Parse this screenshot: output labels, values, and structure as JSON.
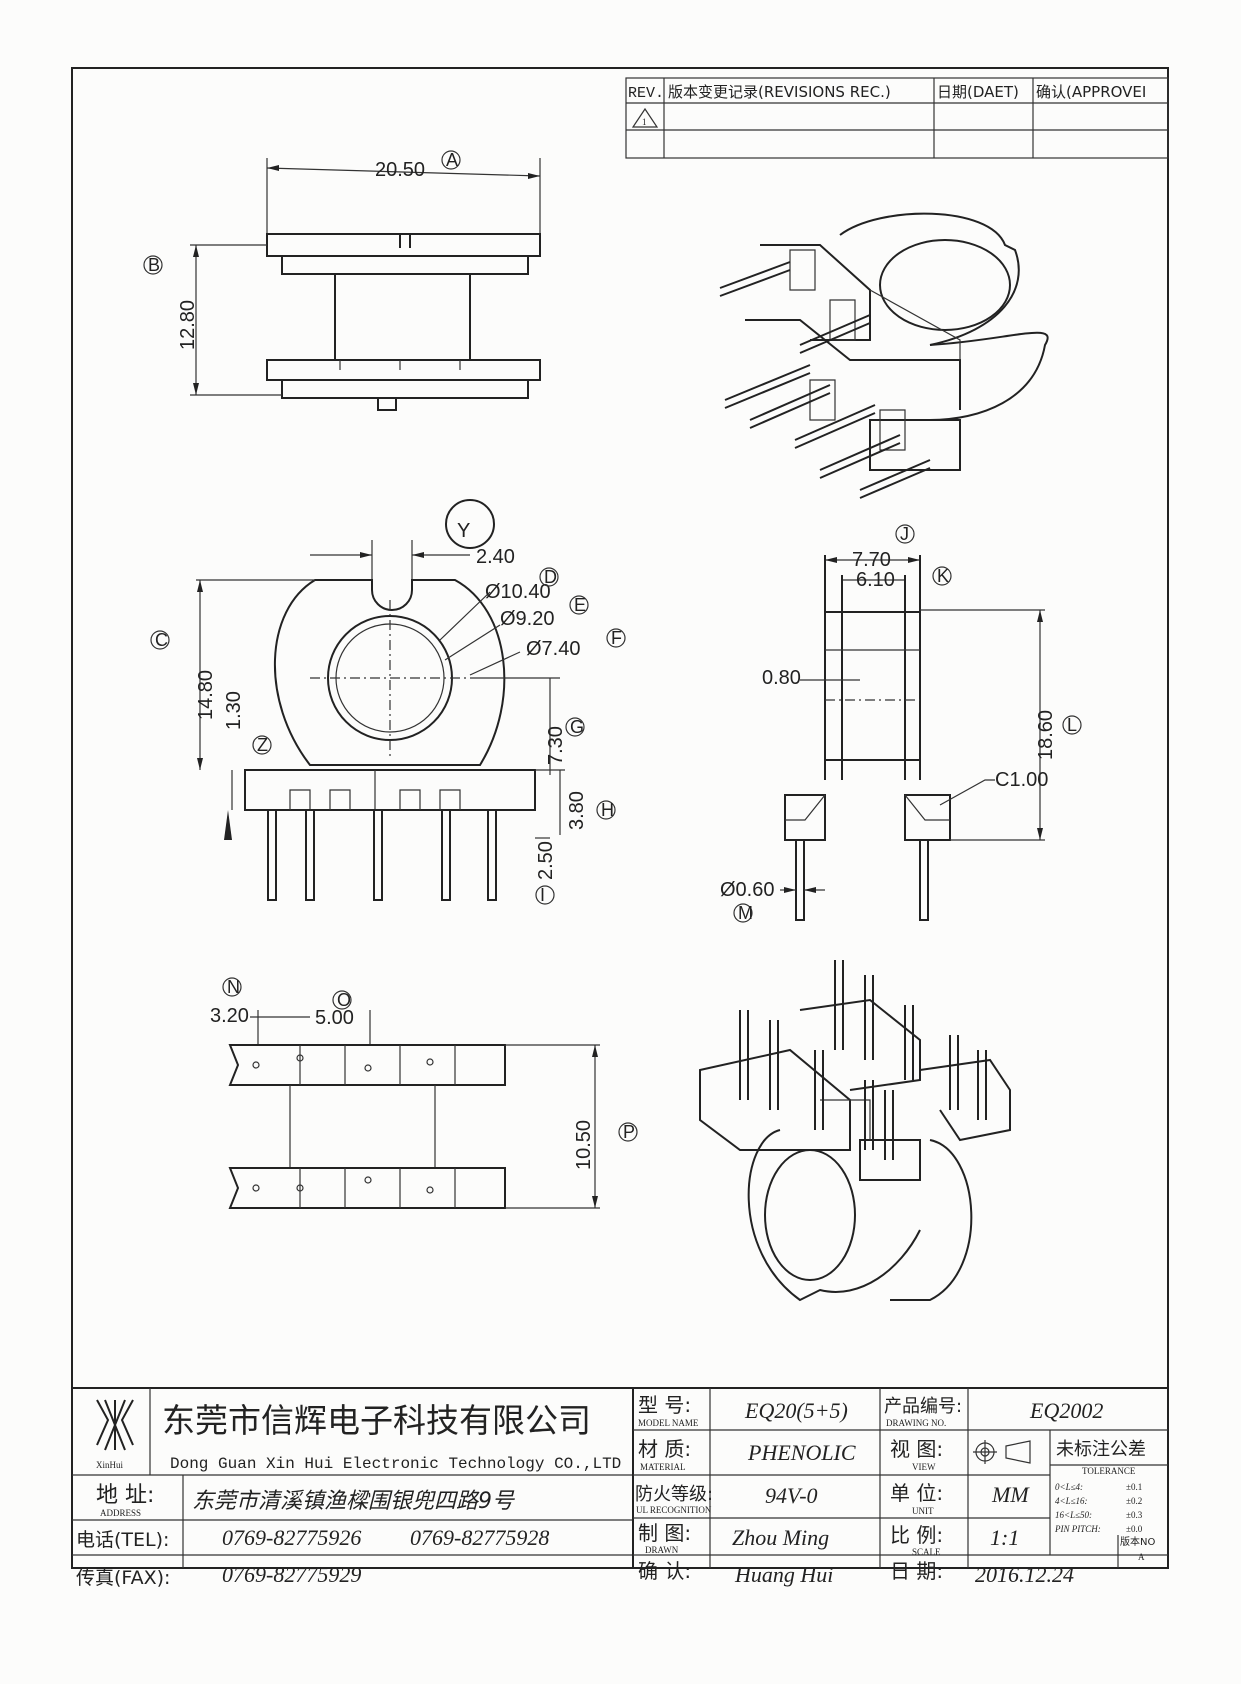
{
  "revision_block": {
    "headers": [
      "REV.",
      "版本变更记录(REVISIONS REC.)",
      "日期(DAET)",
      "确认(APPROVEI"
    ],
    "rev_symbol": "1"
  },
  "dimensions": {
    "top_view": {
      "a": "20.50",
      "a_tag": "A",
      "b": "12.80",
      "b_tag": "B"
    },
    "front_view": {
      "y_tag": "Y",
      "slot": "2.40",
      "c": "14.80",
      "c_tag": "C",
      "d": "Ø10.40",
      "d_tag": "D",
      "e": "Ø9.20",
      "e_tag": "E",
      "f": "Ø7.40",
      "f_tag": "F",
      "g": "7.30",
      "g_tag": "G",
      "z": "1.30",
      "z_tag": "Z",
      "h": "3.80",
      "h_tag": "H",
      "i": "2.50",
      "i_tag": "I"
    },
    "side_view": {
      "j": "7.70",
      "j_tag": "J",
      "k": "6.10",
      "k_tag": "K",
      "wall": "0.80",
      "l": "18.60",
      "l_tag": "L",
      "chamfer": "C1.00",
      "m": "Ø0.60",
      "m_tag": "M"
    },
    "bottom_view": {
      "n": "3.20",
      "n_tag": "N",
      "o": "5.00",
      "o_tag": "O",
      "p": "10.50",
      "p_tag": "P"
    }
  },
  "title_block": {
    "company_cn": "东莞市信辉电子科技有限公司",
    "company_en": "Dong Guan Xin Hui Electronic Technology CO.,LTD",
    "logo_text": "XinHui",
    "address_label": "地 址:",
    "address_label_en": "ADDRESS",
    "address": "东莞市清溪镇渔樑围银兜四路9号",
    "tel_label": "电话(TEL):",
    "tel1": "0769-82775926",
    "tel2": "0769-82775928",
    "fax_label": "传真(FAX):",
    "fax": "0769-82775929",
    "model_label": "型 号:",
    "model_label_en": "MODEL NAME",
    "model": "EQ20(5+5)",
    "material_label": "材 质:",
    "material_label_en": "MATERIAL",
    "material": "PHENOLIC",
    "fire_label": "防火等级:",
    "fire_label_en": "UL RECOGNITION",
    "fire": "94V-0",
    "drawn_label": "制 图:",
    "drawn_label_en": "DRAWN",
    "drawn": "Zhou Ming",
    "confirm_label": "确 认:",
    "confirm": "Huang Hui",
    "drawing_no_label": "产品编号:",
    "drawing_no_label_en": "DRAWING NO.",
    "drawing_no": "EQ2002",
    "view_label": "视 图:",
    "view_label_en": "VIEW",
    "unit_label": "单 位:",
    "unit_label_en": "UNIT",
    "unit": "MM",
    "scale_label": "比 例:",
    "scale_label_en": "SCALE",
    "scale": "1:1",
    "date_label": "日 期:",
    "date": "2016.12.24",
    "version_label": "版本NO",
    "version": "A",
    "tolerance_title": "未标注公差",
    "tolerance_title_en": "TOLERANCE",
    "tolerance": [
      {
        "range": "0<L≤4:",
        "value": "±0.1"
      },
      {
        "range": "4<L≤16:",
        "value": "±0.2"
      },
      {
        "range": "16<L≤50:",
        "value": "±0.3"
      },
      {
        "range": "PIN PITCH:",
        "value": "±0.0"
      }
    ]
  }
}
